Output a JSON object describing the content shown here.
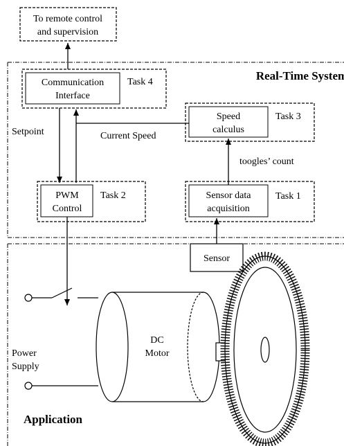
{
  "remote": {
    "line1": "To remote control",
    "line2": "and supervision"
  },
  "rts_title": "Real-Time System",
  "app_title": "Application",
  "comm": {
    "line1": "Communication",
    "line2": "Interface",
    "task": "Task 4"
  },
  "speed": {
    "line1": "Speed",
    "line2": "calculus",
    "task": "Task 3"
  },
  "pwm": {
    "line1": "PWM",
    "line2": "Control",
    "task": "Task 2"
  },
  "sensor_acq": {
    "line1": "Sensor data",
    "line2": "acquisition",
    "task": "Task 1"
  },
  "labels": {
    "setpoint": "Setpoint",
    "current_speed": "Current Speed",
    "toggles": "toogles’ count",
    "sensor": "Sensor",
    "power_line1": "Power",
    "power_line2": "Supply",
    "motor_line1": "DC",
    "motor_line2": "Motor"
  }
}
